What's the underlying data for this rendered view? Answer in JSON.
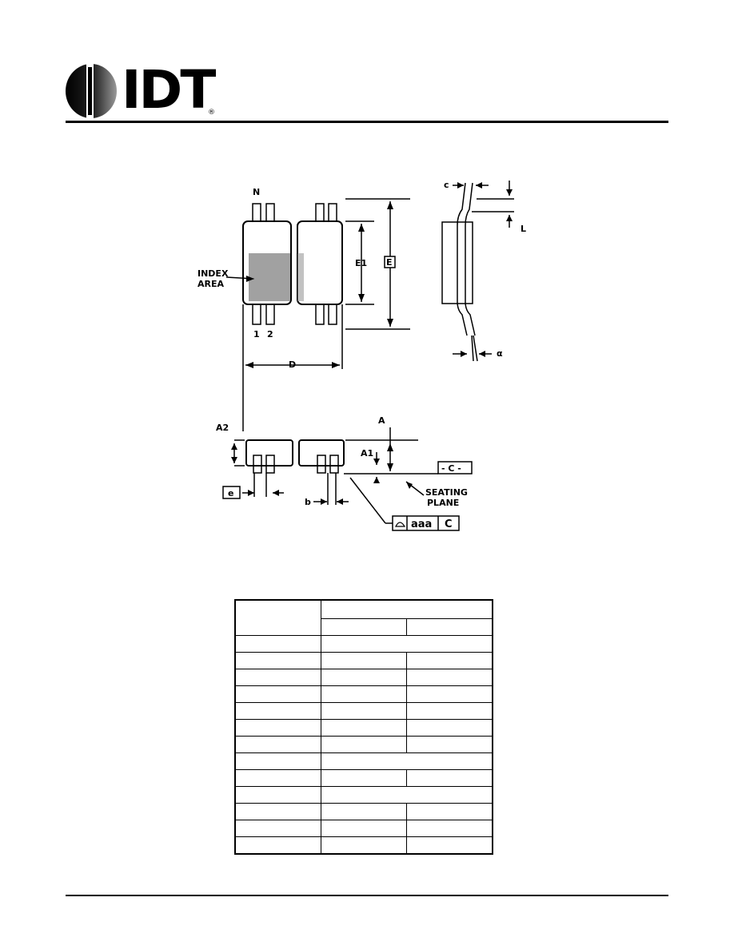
{
  "header": {
    "logo_text": "IDT",
    "logo_mark": "®"
  },
  "drawing": {
    "labels": {
      "n": "N",
      "index_area": [
        "INDEX",
        "AREA"
      ],
      "pin1": "1",
      "pin2": "2",
      "e1": "E1",
      "e": "E",
      "d": "D",
      "c": "c",
      "l": "L",
      "alpha": "α",
      "a2": "A2",
      "a": "A",
      "a1": "A1",
      "c_datum": "- C -",
      "seating_plane": [
        "SEATING",
        "PLANE"
      ],
      "pitch_e": "e",
      "b": "b",
      "tol_aaa": "aaa",
      "tol_c": "C"
    }
  },
  "table": {
    "rows": 13
  }
}
